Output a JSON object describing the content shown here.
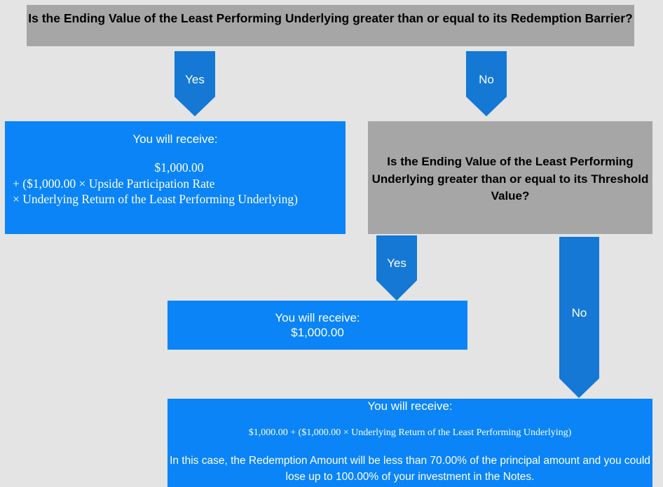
{
  "question1": "Is the Ending Value of the Least Performing Underlying greater than or equal to its Redemption Barrier?",
  "question2": "Is the Ending Value of the Least Performing Underlying greater than or equal to its Threshold Value?",
  "arrows": {
    "yes1": "Yes",
    "no1": "No",
    "yes2": "Yes",
    "no2": "No"
  },
  "outcome1": {
    "heading": "You will receive:",
    "line1": "$1,000.00",
    "line2": "+ ($1,000.00 × Upside Participation Rate",
    "line3": "× Underlying Return of the Least Performing Underlying)"
  },
  "outcome2": {
    "heading": "You will receive:",
    "amount": "$1,000.00"
  },
  "outcome3": {
    "heading": "You will receive:",
    "formula": "$1,000.00 + ($1,000.00 × Underlying Return of the Least Performing Underlying)",
    "note": "In this case, the Redemption Amount will be less than 70.00% of the principal amount and you could lose up to 100.00% of your investment in the Notes."
  },
  "colors": {
    "background": "#e4e4e4",
    "question_box": "#a6a6a6",
    "outcome_box": "#0a84f7",
    "arrow": "#1478d4"
  }
}
